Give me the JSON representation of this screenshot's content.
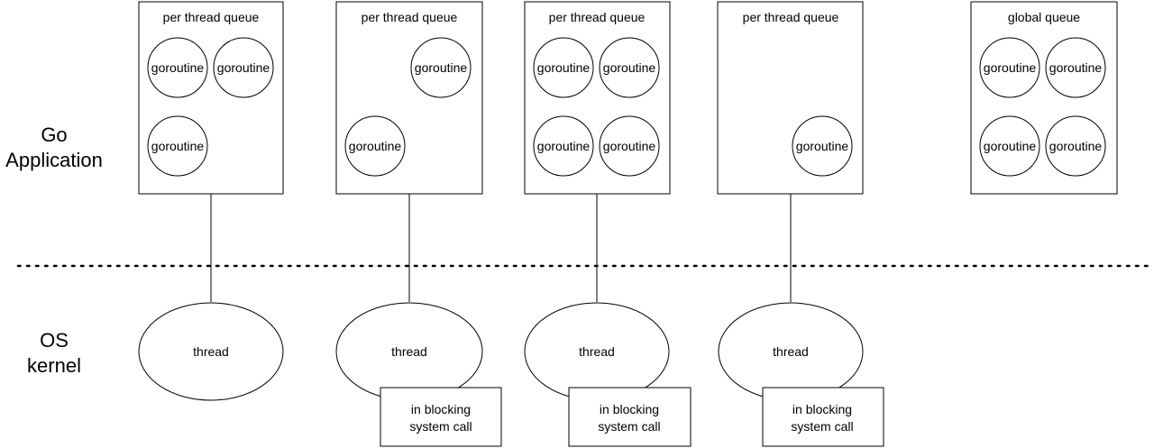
{
  "layers": {
    "app_label": [
      "Go",
      "Application"
    ],
    "kernel_label": [
      "OS",
      "kernel"
    ]
  },
  "queues": [
    {
      "title": "per thread queue",
      "goroutines": [
        "goroutine",
        "goroutine",
        "goroutine"
      ]
    },
    {
      "title": "per thread queue",
      "goroutines": [
        "goroutine",
        "goroutine"
      ]
    },
    {
      "title": "per thread queue",
      "goroutines": [
        "goroutine",
        "goroutine",
        "goroutine",
        "goroutine"
      ]
    },
    {
      "title": "per thread queue",
      "goroutines": [
        "goroutine"
      ]
    },
    {
      "title": "global queue",
      "goroutines": [
        "goroutine",
        "goroutine",
        "goroutine",
        "goroutine"
      ]
    }
  ],
  "threads": [
    {
      "label": "thread",
      "status": ""
    },
    {
      "label": "thread",
      "status": [
        "in blocking",
        "system call"
      ]
    },
    {
      "label": "thread",
      "status": [
        "in blocking",
        "system call"
      ]
    },
    {
      "label": "thread",
      "status": [
        "in blocking",
        "system call"
      ]
    }
  ],
  "colors": {
    "stroke": "#000000",
    "fill": "#ffffff",
    "background": "#ffffff"
  }
}
